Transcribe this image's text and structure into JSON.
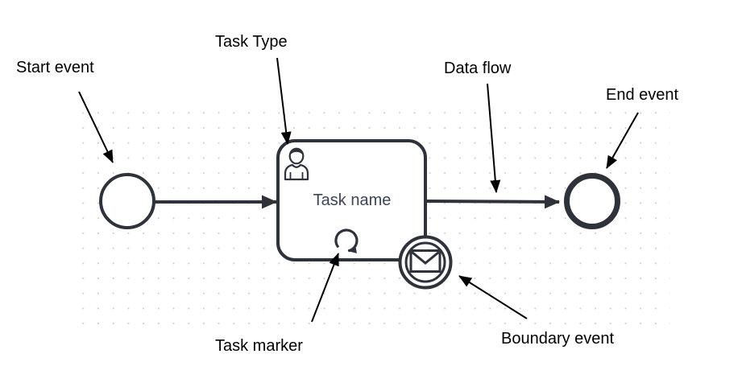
{
  "diagram": {
    "kind": "bpmn-notation-guide",
    "background": "#ffffff",
    "colors": {
      "shape_stroke": "#2e323a",
      "annotation_text": "#000000",
      "task_text": "#3a4556",
      "grid_dot": "#d2d2d2"
    },
    "task": {
      "name": "Task name",
      "type_icon": "user-icon",
      "marker_icon": "loop-icon"
    },
    "events": {
      "start": "start-event-circle",
      "end": "end-event-circle",
      "boundary_icon": "message-envelope-icon"
    },
    "annotations": {
      "start_event": "Start event",
      "task_type": "Task Type",
      "data_flow": "Data flow",
      "end_event": "End event",
      "task_marker": "Task marker",
      "boundary_event": "Boundary event"
    }
  }
}
